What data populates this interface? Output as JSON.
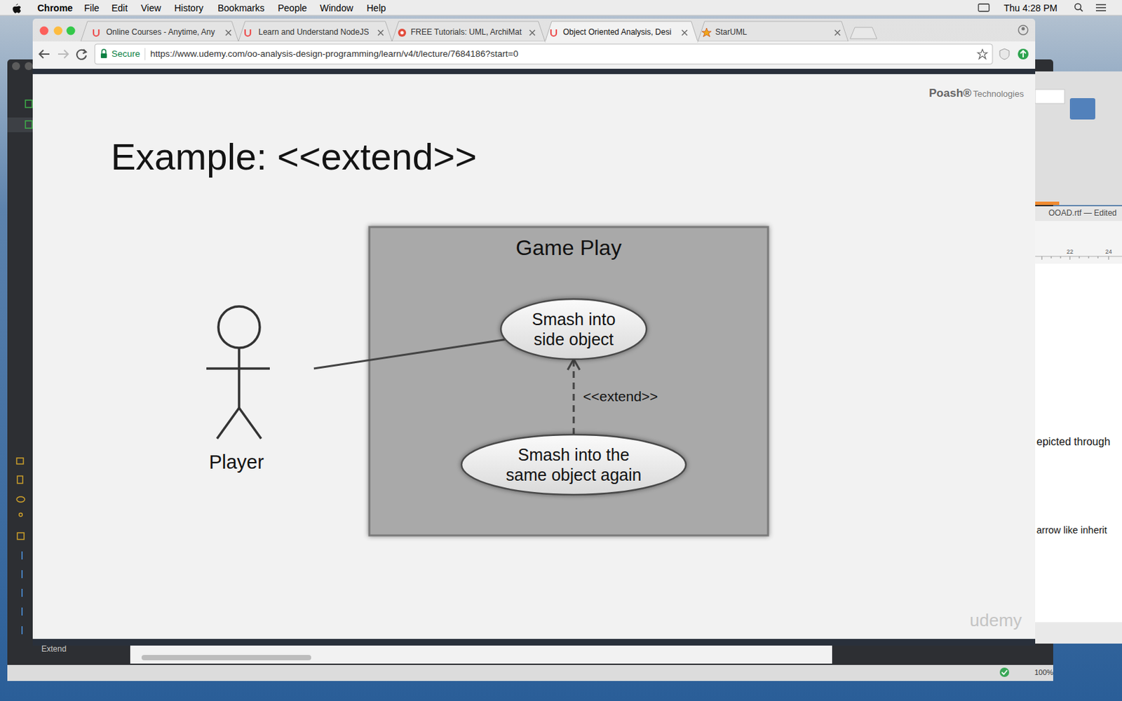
{
  "diagram": {
    "title": "Example: <<extend>>",
    "nodes": [
      {
        "text": [
          "Game Play"
        ]
      },
      {
        "text": [
          "Smash into side object"
        ],
        "in": 0
      },
      {
        "text": [
          "Smash into the same object again"
        ],
        "in": 0
      },
      {
        "text": [
          "Player"
        ]
      }
    ],
    "edges": [
      {
        "from": 3,
        "to": 1,
        "arrow": "none"
      },
      {
        "from": 2,
        "to": 1,
        "arrow": "to",
        "label": "<<extend>>"
      }
    ],
    "labels": [
      "Chrome",
      "File",
      "Edit",
      "View",
      "History",
      "Bookmarks",
      "People",
      "Window",
      "Help",
      "Thu 4:28 PM",
      "Online Courses - Anytime, Any",
      "Learn and Understand NodeJS",
      "FREE Tutorials: UML, ArchiMat",
      "Object Oriented Analysis, Desi",
      "StarUML",
      "Secure",
      "https://www.udemy.com/oo-analysis-design-programming/learn/v4/t/lecture/7684186?start=0",
      "Poash®",
      "Technologies",
      "udemy",
      "OOAD.rtf — Edited",
      "22",
      "24",
      "epicted through",
      "arrow like inherit",
      "Extend",
      "100%"
    ]
  }
}
